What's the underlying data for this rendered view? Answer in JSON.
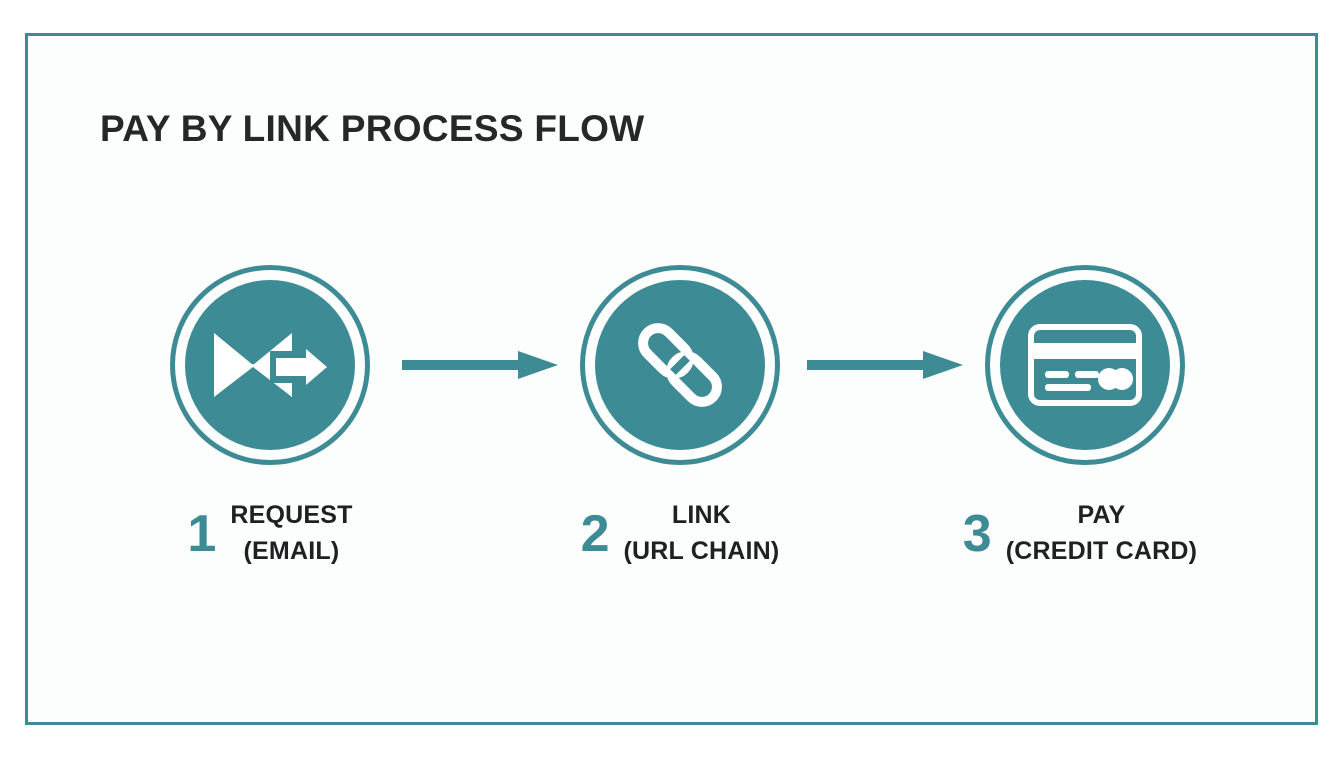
{
  "page": {
    "title": "PAY BY LINK PROCESS FLOW",
    "background_color": "#ffffff",
    "panel_color": "#fcfdfd",
    "accent_color": "#3d8b94",
    "text_color": "#1f2021"
  },
  "steps": [
    {
      "number": "1",
      "icon": "email-send-icon",
      "label_line1": "REQUEST",
      "label_line2": "(EMAIL)"
    },
    {
      "number": "2",
      "icon": "chain-link-icon",
      "label_line1": "LINK",
      "label_line2": "(URL CHAIN)"
    },
    {
      "number": "3",
      "icon": "credit-card-icon",
      "label_line1": "PAY",
      "label_line2": "(CREDIT CARD)"
    }
  ],
  "connectors": [
    {
      "name": "arrow-step1-to-step2",
      "direction": "right"
    },
    {
      "name": "arrow-step2-to-step3",
      "direction": "right"
    }
  ]
}
